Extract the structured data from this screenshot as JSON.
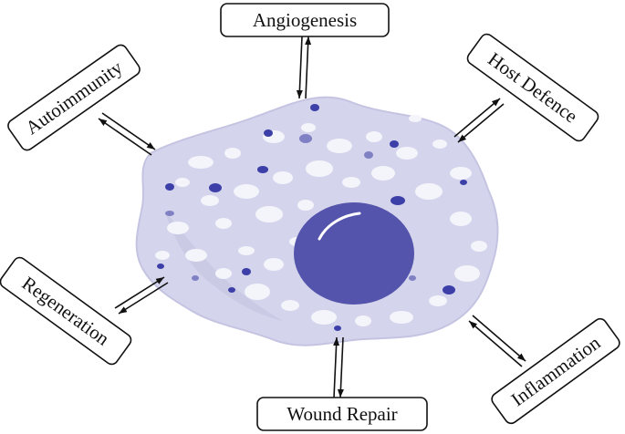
{
  "labels": {
    "angiogenesis": "Angiogenesis",
    "host_defence": "Host Defence",
    "autoimmunity": "Autoimmunity",
    "regeneration": "Regeneration",
    "wound_repair": "Wound Repair",
    "inflammation": "Inflammation"
  },
  "colors": {
    "cytoplasm": "#d4d4ec",
    "cytoplasm_edge": "#c4c4e2",
    "vacuole": "#f4f4fb",
    "granule": "#3d3fa8",
    "nucleus": "#5454ad",
    "nucleus_highlight": "#ffffff",
    "line": "#111111"
  }
}
